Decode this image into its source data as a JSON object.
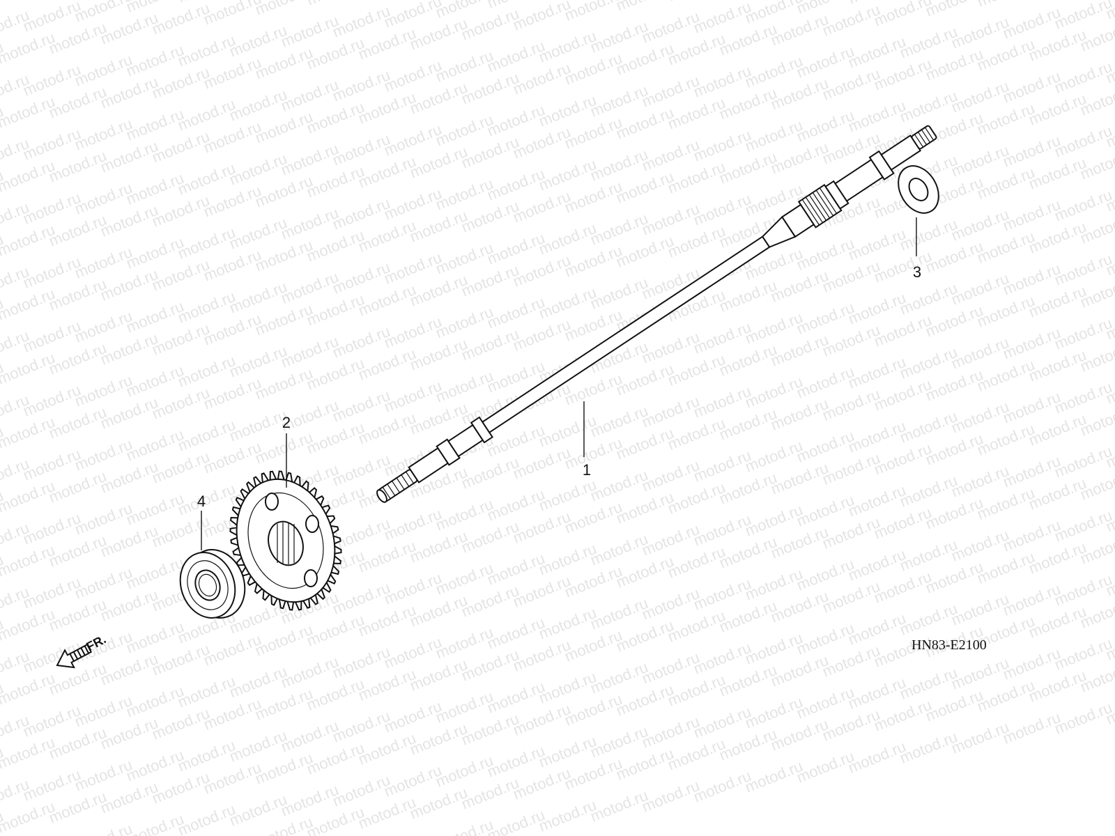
{
  "watermark": "motod.ru",
  "parts": [
    {
      "id": "shaft",
      "label": "1"
    },
    {
      "id": "gear",
      "label": "2"
    },
    {
      "id": "washer",
      "label": "3"
    },
    {
      "id": "bearing",
      "label": "4"
    }
  ],
  "diagram_code": "HN83-E2100",
  "front_indicator": "FR.",
  "colors": {
    "ink": "#111111",
    "watermark": "#e4e4e4",
    "background": "#ffffff"
  }
}
